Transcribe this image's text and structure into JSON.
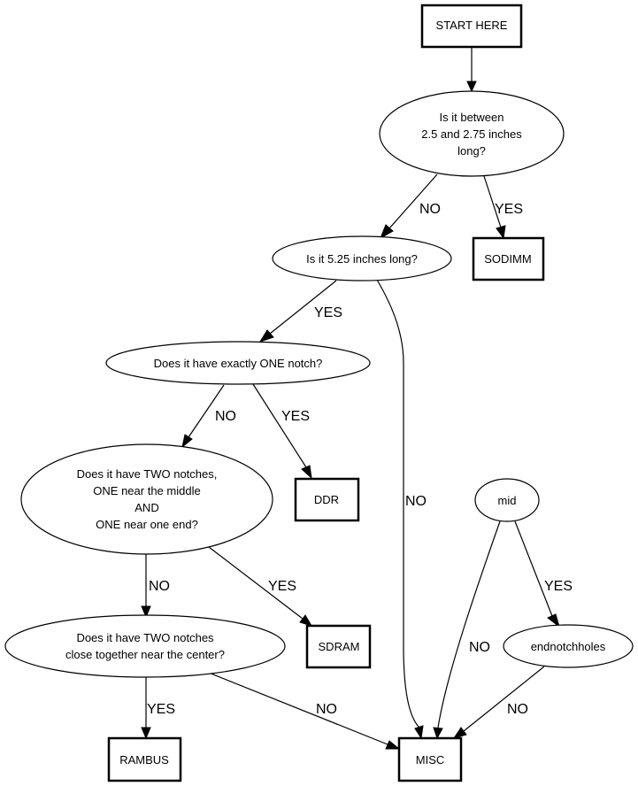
{
  "diagram": {
    "title": "Memory module identification flowchart",
    "nodes": {
      "start": {
        "shape": "box",
        "lines": [
          "START HERE"
        ]
      },
      "q_length_small": {
        "shape": "ellipse",
        "lines": [
          "Is it between",
          "2.5 and 2.75 inches",
          "long?"
        ]
      },
      "sodimm": {
        "shape": "box",
        "lines": [
          "SODIMM"
        ]
      },
      "q_length_525": {
        "shape": "ellipse",
        "lines": [
          "Is it 5.25 inches long?"
        ]
      },
      "q_one_notch": {
        "shape": "ellipse",
        "lines": [
          "Does it have exactly ONE notch?"
        ]
      },
      "ddr": {
        "shape": "box",
        "lines": [
          "DDR"
        ]
      },
      "q_two_notches_mid_end": {
        "shape": "ellipse",
        "lines": [
          "Does it have TWO notches,",
          "ONE near the middle",
          "AND",
          "ONE near one end?"
        ]
      },
      "sdram": {
        "shape": "box",
        "lines": [
          "SDRAM"
        ]
      },
      "q_two_notches_center": {
        "shape": "ellipse",
        "lines": [
          "Does it have TWO notches",
          "close together near the center?"
        ]
      },
      "rambus": {
        "shape": "box",
        "lines": [
          "RAMBUS"
        ]
      },
      "misc": {
        "shape": "box",
        "lines": [
          "MISC"
        ]
      },
      "mid": {
        "shape": "ellipse",
        "lines": [
          "mid"
        ]
      },
      "endnotchholes": {
        "shape": "ellipse",
        "lines": [
          "endnotchholes"
        ]
      }
    },
    "edges": [
      {
        "from": "start",
        "to": "q_length_small",
        "label": ""
      },
      {
        "from": "q_length_small",
        "to": "q_length_525",
        "label": "NO"
      },
      {
        "from": "q_length_small",
        "to": "sodimm",
        "label": "YES"
      },
      {
        "from": "q_length_525",
        "to": "q_one_notch",
        "label": "YES"
      },
      {
        "from": "q_length_525",
        "to": "misc",
        "label": "NO"
      },
      {
        "from": "q_one_notch",
        "to": "q_two_notches_mid_end",
        "label": "NO"
      },
      {
        "from": "q_one_notch",
        "to": "ddr",
        "label": "YES"
      },
      {
        "from": "q_two_notches_mid_end",
        "to": "q_two_notches_center",
        "label": "NO"
      },
      {
        "from": "q_two_notches_mid_end",
        "to": "sdram",
        "label": "YES"
      },
      {
        "from": "q_two_notches_center",
        "to": "rambus",
        "label": "YES"
      },
      {
        "from": "q_two_notches_center",
        "to": "misc",
        "label": "NO"
      },
      {
        "from": "mid",
        "to": "misc",
        "label": "NO"
      },
      {
        "from": "mid",
        "to": "endnotchholes",
        "label": "YES"
      },
      {
        "from": "endnotchholes",
        "to": "misc",
        "label": "NO"
      }
    ]
  }
}
